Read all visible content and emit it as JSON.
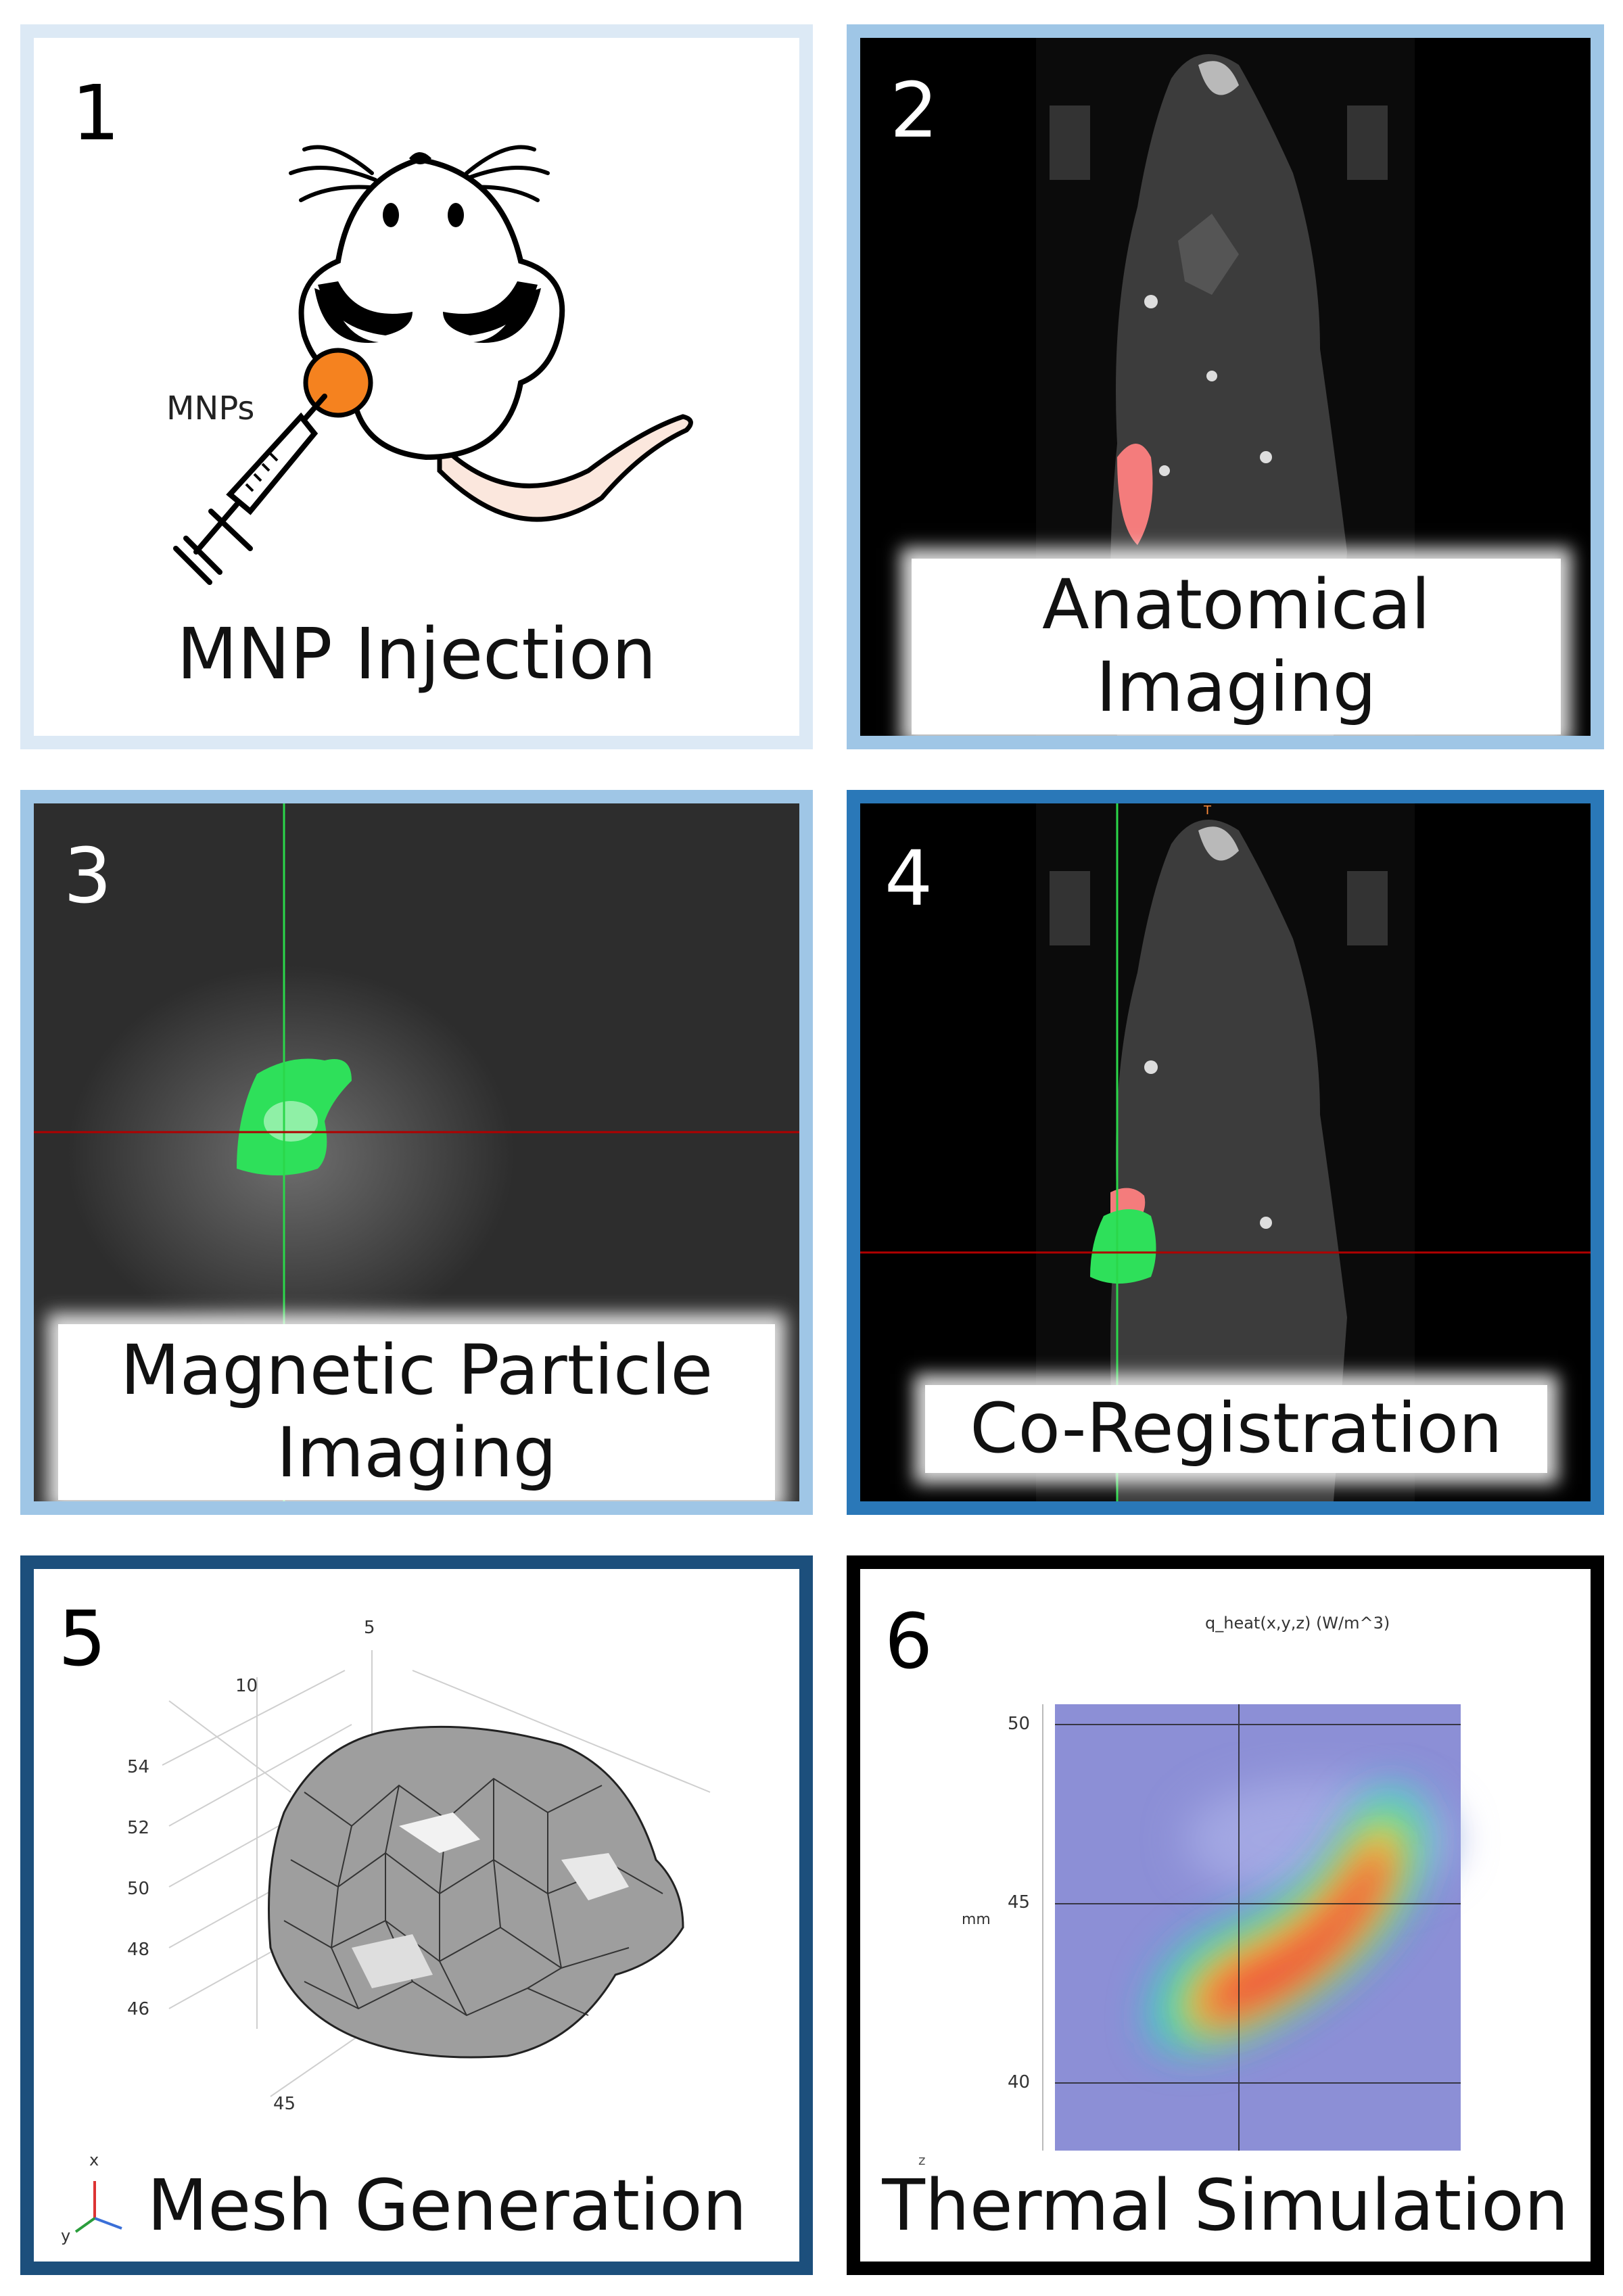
{
  "panels": [
    {
      "number": "1",
      "caption": [
        "MNP Injection"
      ],
      "labels": {
        "mnps": "MNPs"
      }
    },
    {
      "number": "2",
      "caption": [
        "Anatomical",
        "Imaging"
      ]
    },
    {
      "number": "3",
      "caption": [
        "Magnetic Particle",
        "Imaging"
      ]
    },
    {
      "number": "4",
      "caption": [
        "Co-Registration"
      ],
      "labels": {
        "top_mark": "T"
      }
    },
    {
      "number": "5",
      "caption": [
        "Mesh Generation"
      ],
      "axis_ticks": [
        "5",
        "10",
        "54",
        "52",
        "50",
        "48",
        "46",
        "45"
      ],
      "axis_triad": {
        "x": "x",
        "y": "y"
      }
    },
    {
      "number": "6",
      "caption": [
        "Thermal Simulation"
      ],
      "plot_title": "q_heat(x,y,z) (W/m^3)",
      "y_ticks": [
        "50",
        "45",
        "40"
      ],
      "y_unit": "mm",
      "corner_label": "z"
    }
  ],
  "colors": {
    "border_light": "#dce9f5",
    "border_mid": "#9fc6e6",
    "border_blue": "#2a78b8",
    "border_dark": "#1c4f7c",
    "border_black": "#000000",
    "mnp_orange": "#f5821f",
    "tumor_pink": "#f47c7c",
    "mpi_green": "#2ee05a",
    "heat_bg": "#8c8fd6"
  }
}
